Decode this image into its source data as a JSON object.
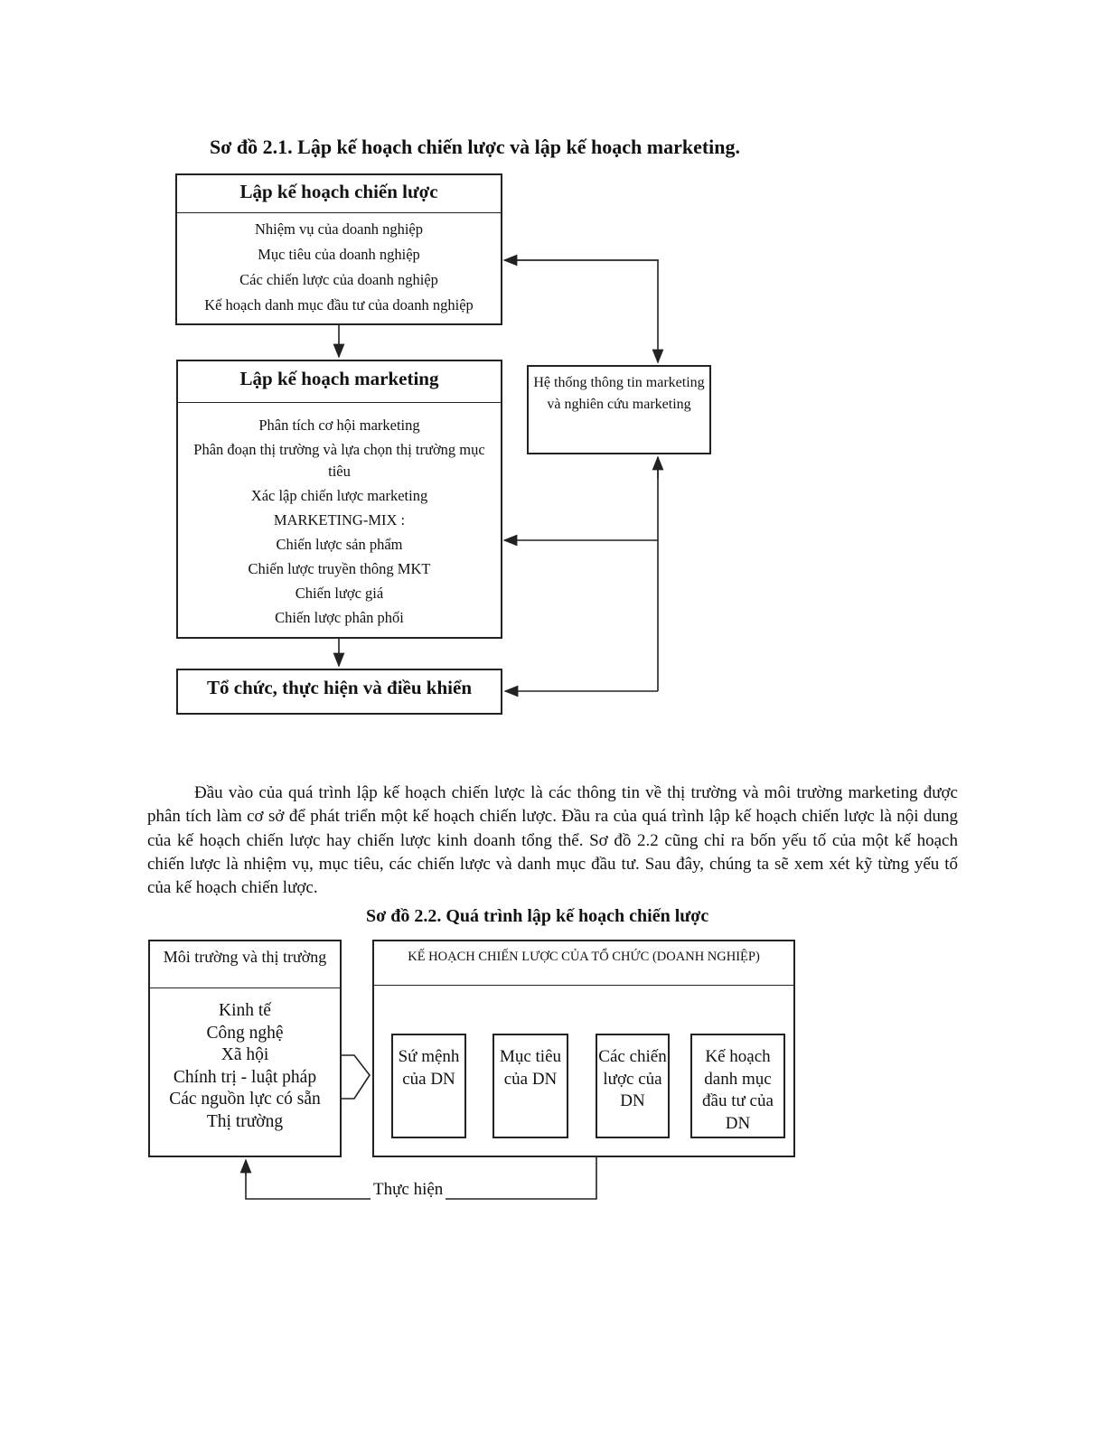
{
  "diagram1": {
    "title": "Sơ đồ 2.1. Lập kế hoạch chiến lược và lập kế hoạch marketing.",
    "strategic": {
      "header": "Lập kế hoạch chiến lược",
      "items": [
        "Nhiệm vụ của doanh nghiệp",
        "Mục tiêu của doanh nghiệp",
        "Các chiến lược của doanh nghiệp",
        "Kế hoạch danh mục đầu tư của doanh nghiệp"
      ]
    },
    "marketing": {
      "header": "Lập kế hoạch marketing",
      "items": [
        "Phân tích cơ hội marketing",
        "Phân đoạn thị trường và lựa chọn thị trường mục tiêu",
        "Xác lập chiến lược marketing",
        "MARKETING-MIX :",
        "Chiến lược sản phẩm",
        "Chiến lược truyền thông MKT",
        "Chiến lược giá",
        "Chiến lược phân phối"
      ]
    },
    "organize": {
      "header": "Tổ chức, thực hiện và điều khiển"
    },
    "info_system": {
      "text": "Hệ thống thông tin marketing và nghiên cứu marketing"
    }
  },
  "paragraph": "Đầu vào của quá trình lập kế hoạch chiến lược là các thông tin về thị trường và môi trường marketing được phân tích làm cơ sở để phát triển một kế hoạch chiến lược. Đầu ra của quá trình lập kế hoạch chiến lược là nội dung của kế hoạch chiến lược hay chiến lược kinh doanh tổng thể. Sơ đồ 2.2 cũng chỉ ra bốn yếu tố của một kế hoạch chiến lược là nhiệm vụ, mục tiêu, các chiến lược và danh mục đầu tư. Sau đây, chúng ta sẽ xem xét kỹ từng yếu tố của kế hoạch chiến lược.",
  "diagram2": {
    "title": "Sơ đồ 2.2. Quá trình lập kế hoạch chiến lược",
    "environment": {
      "header": "Môi trường và thị trường",
      "items": [
        "Kinh tế",
        "Công nghệ",
        "Xã hội",
        "Chính trị - luật pháp",
        "Các nguồn lực có sẵn",
        "Thị trường"
      ]
    },
    "plan": {
      "header": "KẾ HOẠCH CHIẾN LƯỢC CỦA TỔ CHỨC (DOANH NGHIỆP)",
      "steps": [
        "Sứ mệnh của DN",
        "Mục tiêu của DN",
        "Các chiến lược của DN",
        "Kế hoạch danh mục đầu tư của DN"
      ]
    },
    "execute_label": "Thực hiện"
  }
}
